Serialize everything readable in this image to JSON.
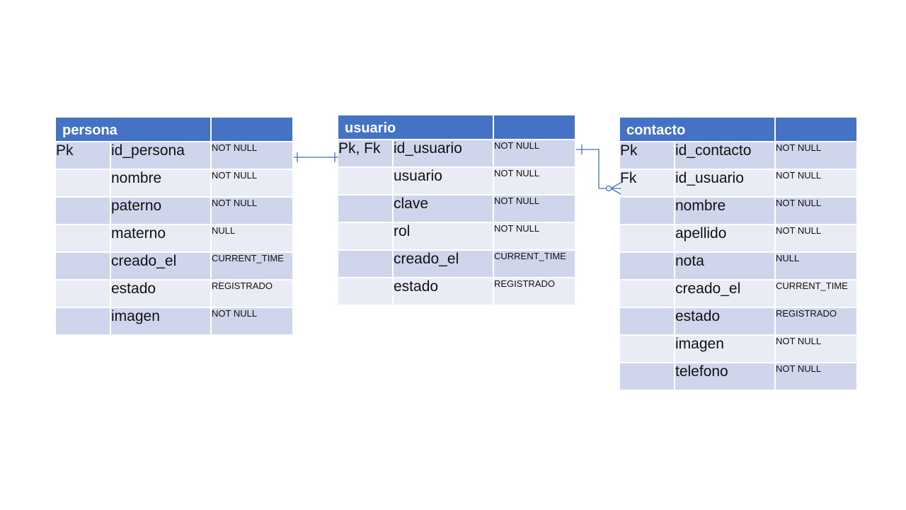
{
  "tables": [
    {
      "name": "persona",
      "rows": [
        {
          "key": "Pk",
          "field": "id_persona",
          "constraint": "NOT NULL"
        },
        {
          "key": "",
          "field": "nombre",
          "constraint": "NOT NULL"
        },
        {
          "key": "",
          "field": "paterno",
          "constraint": "NOT NULL"
        },
        {
          "key": "",
          "field": "materno",
          "constraint": "NULL"
        },
        {
          "key": "",
          "field": "creado_el",
          "constraint": "CURRENT_TIME"
        },
        {
          "key": "",
          "field": "estado",
          "constraint": "REGISTRADO"
        },
        {
          "key": "",
          "field": "imagen",
          "constraint": "NOT NULL"
        }
      ]
    },
    {
      "name": "usuario",
      "rows": [
        {
          "key": "Pk, Fk",
          "field": "id_usuario",
          "constraint": "NOT NULL"
        },
        {
          "key": "",
          "field": "usuario",
          "constraint": "NOT NULL"
        },
        {
          "key": "",
          "field": "clave",
          "constraint": "NOT NULL"
        },
        {
          "key": "",
          "field": "rol",
          "constraint": "NOT NULL"
        },
        {
          "key": "",
          "field": "creado_el",
          "constraint": "CURRENT_TIME"
        },
        {
          "key": "",
          "field": "estado",
          "constraint": "REGISTRADO"
        }
      ]
    },
    {
      "name": "contacto",
      "rows": [
        {
          "key": "Pk",
          "field": "id_contacto",
          "constraint": "NOT NULL"
        },
        {
          "key": "Fk",
          "field": "id_usuario",
          "constraint": "NOT NULL"
        },
        {
          "key": "",
          "field": "nombre",
          "constraint": "NOT NULL"
        },
        {
          "key": "",
          "field": "apellido",
          "constraint": "NOT NULL"
        },
        {
          "key": "",
          "field": "nota",
          "constraint": "NULL"
        },
        {
          "key": "",
          "field": "creado_el",
          "constraint": "CURRENT_TIME"
        },
        {
          "key": "",
          "field": "estado",
          "constraint": "REGISTRADO"
        },
        {
          "key": "",
          "field": "imagen",
          "constraint": "NOT NULL"
        },
        {
          "key": "",
          "field": "telefono",
          "constraint": "NOT NULL"
        }
      ]
    }
  ],
  "relationships": [
    {
      "from": "persona",
      "to": "usuario",
      "cardinality": "one-to-one"
    },
    {
      "from": "usuario",
      "to": "contacto",
      "cardinality": "one-to-zero-or-many"
    }
  ],
  "colors": {
    "header": "#4472c4",
    "row_dark": "#cfd5ea",
    "row_light": "#e9ebf5",
    "line": "#4472c4"
  }
}
